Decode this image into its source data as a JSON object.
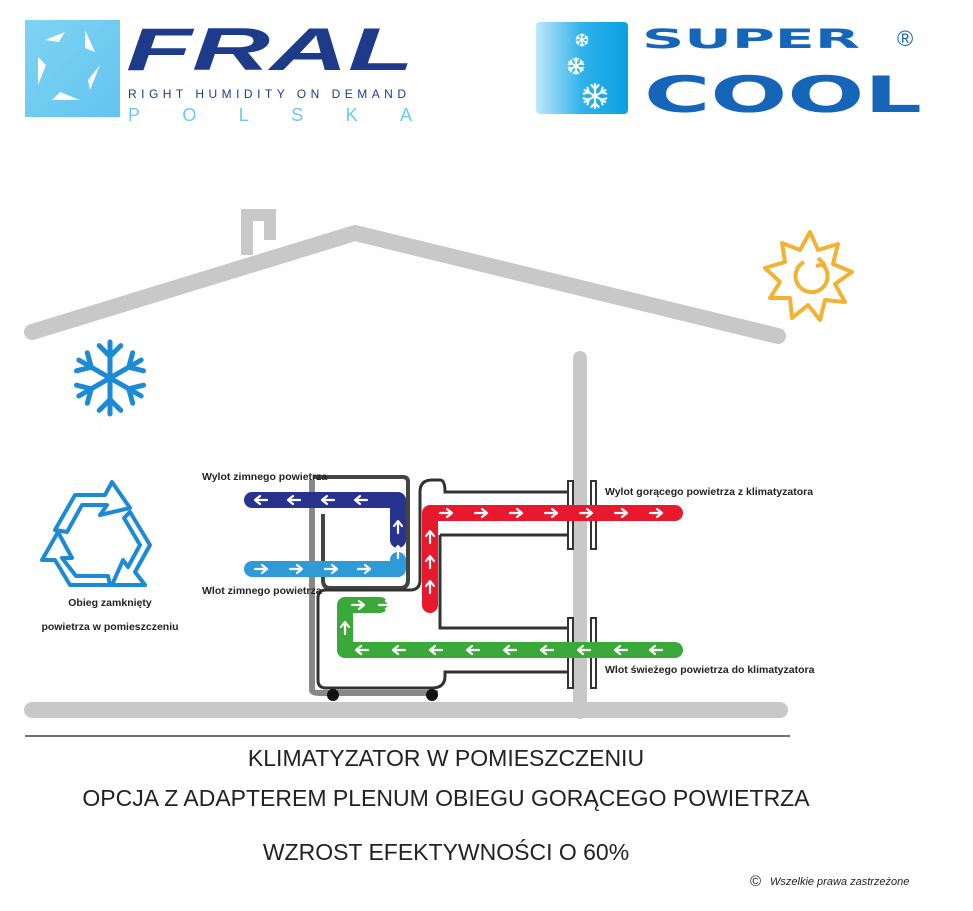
{
  "logos": {
    "fral": {
      "name": "FRAL",
      "tagline": "RIGHT HUMIDITY ON DEMAND",
      "country": "POLSKA"
    },
    "supercool": {
      "line1": "SUPER",
      "line2": "COOL",
      "mark": "®"
    }
  },
  "labels": {
    "cold_out": "Wylot zimnego powietrza",
    "cold_in": "Wlot zimnego powietrza",
    "hot_out": "Wylot gorącego powietrza z klimatyzatora",
    "fresh_in": "Wlot świeżego powietrza do klimatyzatora",
    "closed_loop_1": "Obieg zamknięty",
    "closed_loop_2": "powietrza w pomieszczeniu"
  },
  "caption": {
    "line1": "KLIMATYZATOR W POMIESZCZENIU",
    "line2": "OPCJA Z ADAPTEREM PLENUM OBIEGU GORĄCEGO POWIETRZA",
    "line3": "WZROST EFEKTYWNOŚCI O 60%"
  },
  "copyright": {
    "symbol": "©",
    "text": "Wszelkie prawa zastrzeżone"
  },
  "colors": {
    "cold_out": "#27338f",
    "cold_in": "#2e9ad6",
    "hot": "#e8192c",
    "fresh": "#3aa93a",
    "house": "#c8c8c8",
    "fral_dark": "#1d3b8a",
    "fral_light": "#6ccaf0",
    "supercool": "#1565b8",
    "sun": "#f2b233"
  }
}
